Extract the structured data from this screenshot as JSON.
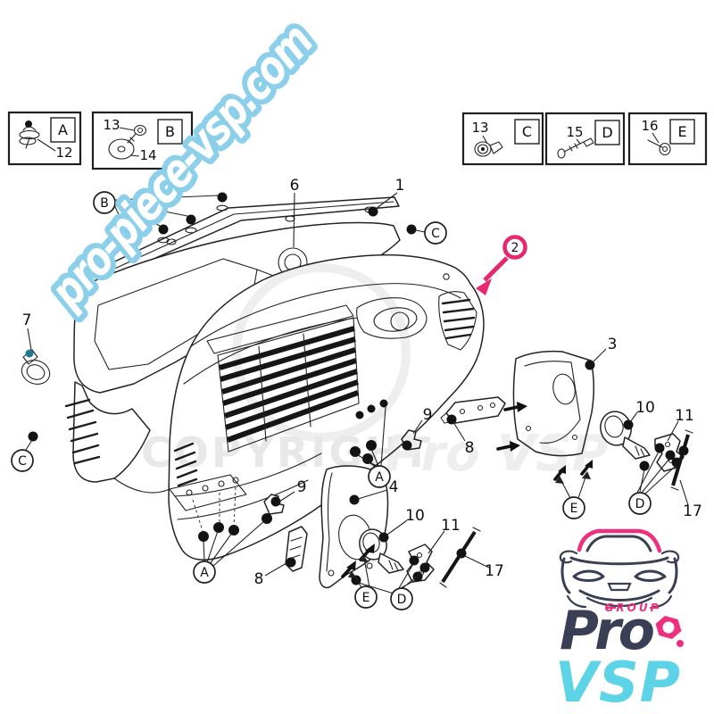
{
  "watermarks": {
    "diagonal": "pro-piece-vsp.com",
    "copyright": "COPYRIGHT",
    "ghost_brand": "Pro VSP"
  },
  "colors": {
    "annotation_pink": "#e6286e",
    "watermark_blue": "#8bcfea",
    "copyright_gray": "#d9d9d9",
    "highlight_teal": "#20798f",
    "line_black": "#232323",
    "logo_navy": "#3a3f55",
    "logo_pink": "#ee2f7d",
    "logo_cyan": "#5cd3e6"
  },
  "legend": {
    "box_a": {
      "letter": "A",
      "part": "12"
    },
    "box_b": {
      "letter": "B",
      "part_top": "13",
      "part_bottom": "14"
    },
    "box_c": {
      "letter": "C",
      "part": "13"
    },
    "box_d": {
      "letter": "D",
      "part": "15"
    },
    "box_e": {
      "letter": "E",
      "part": "16"
    }
  },
  "highlight": {
    "number": "2"
  },
  "callouts": {
    "n1": "1",
    "n3": "3",
    "n4": "4",
    "n6": "6",
    "n7": "7",
    "n8_upper": "8",
    "n8_lower": "8",
    "n9_upper": "9",
    "n9_lower": "9",
    "n10_right": "10",
    "n10_lower": "10",
    "n11_right": "11",
    "n11_lower": "11",
    "n17_right": "17",
    "n17_lower": "17",
    "a_upper": "A",
    "a_lower": "A",
    "b_left": "B",
    "c_upper": "C",
    "c_left": "C",
    "d_right": "D",
    "d_lower": "D",
    "e_right": "E",
    "e_lower": "E"
  },
  "logo": {
    "group": "GROUP",
    "name_top": "Pro",
    "name_bottom": "VSP"
  }
}
